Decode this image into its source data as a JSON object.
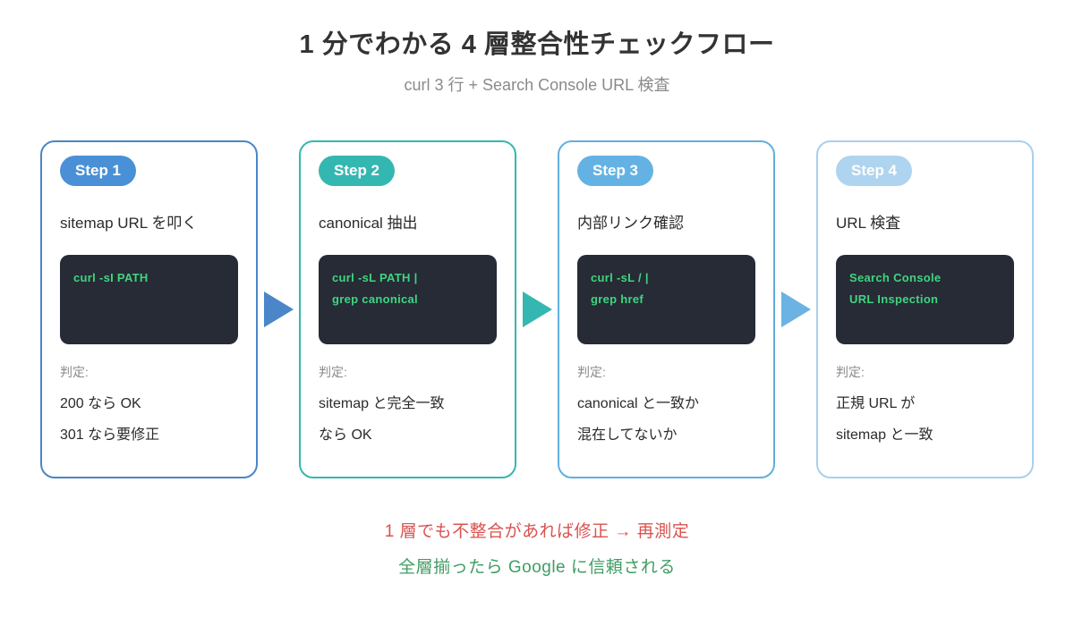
{
  "header": {
    "title": "1 分でわかる 4 層整合性チェックフロー",
    "subtitle": "curl 3 行 + Search Console URL 検査"
  },
  "steps": [
    {
      "badge": "Step 1",
      "badge_color": "#4a90d6",
      "border_color": "#4a86c8",
      "description": "sitemap URL を叩く",
      "code_lines": [
        "curl -sI PATH"
      ],
      "judgment_label": "判定:",
      "judgment_lines": [
        "200 なら OK",
        "301 なら要修正"
      ]
    },
    {
      "badge": "Step 2",
      "badge_color": "#35b7b1",
      "border_color": "#35b7b1",
      "description": "canonical 抽出",
      "code_lines": [
        "curl -sL PATH |",
        "grep canonical"
      ],
      "judgment_label": "判定:",
      "judgment_lines": [
        "sitemap と完全一致",
        "なら OK"
      ]
    },
    {
      "badge": "Step 3",
      "badge_color": "#64b2e4",
      "border_color": "#62aee0",
      "description": "内部リンク確認",
      "code_lines": [
        "curl -sL / |",
        "grep href"
      ],
      "judgment_label": "判定:",
      "judgment_lines": [
        "canonical と一致か",
        "混在してないか"
      ]
    },
    {
      "badge": "Step 4",
      "badge_color": "#aed4ef",
      "border_color": "#a8d0ec",
      "description": "URL 検査",
      "code_lines": [
        "Search Console",
        "URL Inspection"
      ],
      "judgment_label": "判定:",
      "judgment_lines": [
        "正規 URL が",
        "sitemap と一致"
      ]
    }
  ],
  "arrows": [
    {
      "color": "#4a86c8"
    },
    {
      "color": "#35b7b1"
    },
    {
      "color": "#6cb2e2"
    }
  ],
  "footer": {
    "warning": "1 層でも不整合があれば修正 → 再測定",
    "warning_color": "#d9534f",
    "success": "全層揃ったら Google に信頼される",
    "success_color": "#3f9d63"
  },
  "colors": {
    "code_background": "#262b36",
    "code_text": "#3fd57f",
    "title_text": "#333333",
    "subtitle_text": "#8a8a8a"
  }
}
